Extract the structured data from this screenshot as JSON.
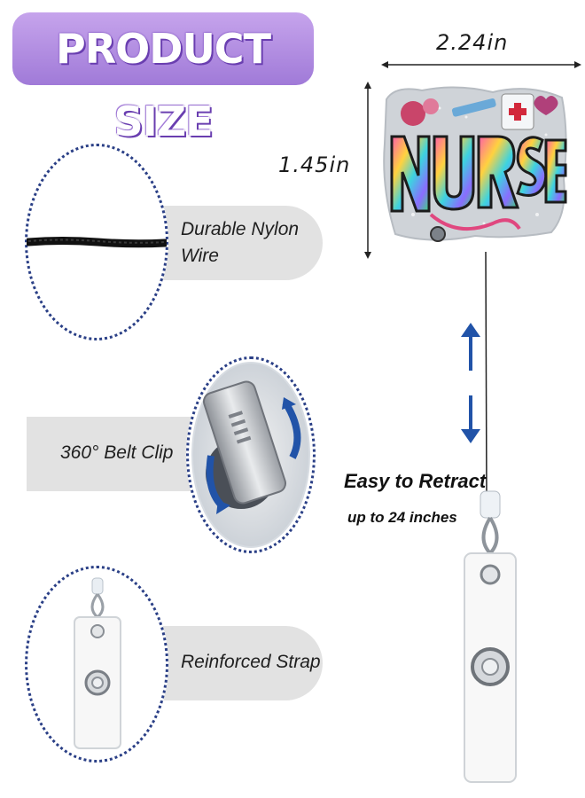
{
  "title": "PRODUCT SIZE",
  "dimensions": {
    "width": "2.24in",
    "height": "1.45in"
  },
  "badge_text": "NURSE",
  "features": [
    {
      "label_line1": "Durable Nylon",
      "label_line2": "Wire"
    },
    {
      "label_line1": "360° Belt Clip",
      "label_line2": ""
    },
    {
      "label_line1": "Reinforced Strap",
      "label_line2": ""
    }
  ],
  "retract": {
    "title": "Easy to Retract",
    "subtitle": "up to 24 inches"
  },
  "colors": {
    "banner": "#a07ad8",
    "circle_border": "#2a3f86",
    "arrow": "#2153a8",
    "pill": "#e2e2e2"
  }
}
